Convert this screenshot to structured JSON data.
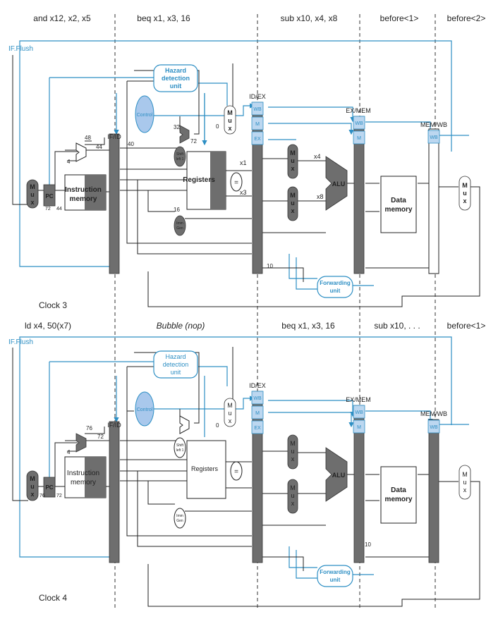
{
  "clock3": {
    "label": "Clock 3",
    "stages": [
      "and x12, x2, x5",
      "beq x1, x3, 16",
      "sub x10, x4, x8",
      "before<1>",
      "before<2>"
    ],
    "if_flush": "IF.Flush",
    "hazard": [
      "Hazard",
      "detection",
      "unit"
    ],
    "control": "Control",
    "pc": "PC",
    "imem": [
      "Instruction",
      "memory"
    ],
    "registers": "Registers",
    "alu": "ALU",
    "dmem": [
      "Data",
      "memory"
    ],
    "forwarding": [
      "Forwarding",
      "unit"
    ],
    "imm_gen": [
      "Imm",
      "Gen"
    ],
    "shift": [
      "Shift",
      "left 1"
    ],
    "eq": "=",
    "mux_letters": [
      "M",
      "u",
      "x"
    ],
    "regs": {
      "ifid": "IF/ID",
      "idex": "ID/EX",
      "exmem": "EX/MEM",
      "memwb": "MEM/WB"
    },
    "fields": {
      "wb": "WB",
      "m": "M",
      "ex": "EX"
    },
    "values": {
      "v48": "48",
      "v4": "4",
      "v44a": "44",
      "v44b": "44",
      "v72pc": "72",
      "v40": "40",
      "v32": "32",
      "v72": "72",
      "v0": "0",
      "x1": "x1",
      "x3": "x3",
      "x4": "x4",
      "x8": "x8",
      "v16": "16",
      "v10": "10"
    }
  },
  "clock4": {
    "label": "Clock 4",
    "stages": [
      "ld x4, 50(x7)",
      "Bubble (nop)",
      "beq x1, x3, 16",
      "sub x10, . . .",
      "before<1>"
    ],
    "if_flush": "IF.Flush",
    "hazard": [
      "Hazard",
      "detection",
      "unit"
    ],
    "control": "Control",
    "pc": "PC",
    "imem": [
      "Instruction",
      "memory"
    ],
    "registers": "Registers",
    "alu": "ALU",
    "dmem": [
      "Data",
      "memory"
    ],
    "forwarding": [
      "Forwarding",
      "unit"
    ],
    "imm_gen": [
      "Imm",
      "Gen"
    ],
    "shift": [
      "Shift",
      "left 1"
    ],
    "eq": "=",
    "mux_letters": [
      "M",
      "u",
      "x"
    ],
    "regs": {
      "ifid": "IF/ID",
      "idex": "ID/EX",
      "exmem": "EX/MEM",
      "memwb": "MEM/WB"
    },
    "fields": {
      "wb": "WB",
      "m": "M",
      "ex": "EX"
    },
    "values": {
      "v76a": "76",
      "v4": "4",
      "v72a": "72",
      "v76pc": "76",
      "v72pc": "72",
      "v0": "0",
      "v10": "10"
    }
  }
}
